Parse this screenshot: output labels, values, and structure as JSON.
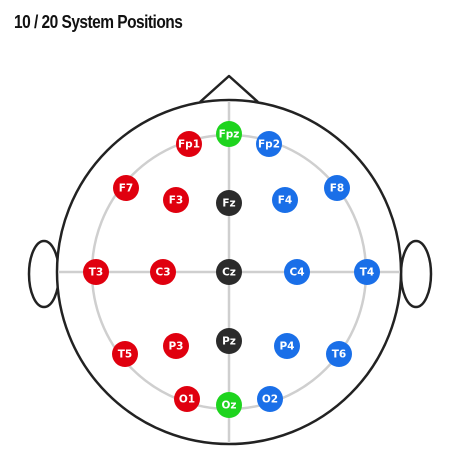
{
  "title": "10 / 20 System Positions",
  "colors": {
    "left": "#e0000f",
    "midline": "#1ed41e",
    "midline_center": "#2b2b2b",
    "right": "#1a6fe8",
    "outline": "#222222",
    "guides": "#cfcfcf"
  },
  "electrodes": [
    {
      "label": "Fpz",
      "group": "midline"
    },
    {
      "label": "Fp1",
      "group": "left"
    },
    {
      "label": "Fp2",
      "group": "right"
    },
    {
      "label": "F7",
      "group": "left"
    },
    {
      "label": "F3",
      "group": "left"
    },
    {
      "label": "Fz",
      "group": "midline_center"
    },
    {
      "label": "F4",
      "group": "right"
    },
    {
      "label": "F8",
      "group": "right"
    },
    {
      "label": "T3",
      "group": "left"
    },
    {
      "label": "C3",
      "group": "left"
    },
    {
      "label": "Cz",
      "group": "midline_center"
    },
    {
      "label": "C4",
      "group": "right"
    },
    {
      "label": "T4",
      "group": "right"
    },
    {
      "label": "T5",
      "group": "left"
    },
    {
      "label": "P3",
      "group": "left"
    },
    {
      "label": "Pz",
      "group": "midline_center"
    },
    {
      "label": "P4",
      "group": "right"
    },
    {
      "label": "T6",
      "group": "right"
    },
    {
      "label": "O1",
      "group": "left"
    },
    {
      "label": "Oz",
      "group": "midline"
    },
    {
      "label": "O2",
      "group": "right"
    }
  ]
}
